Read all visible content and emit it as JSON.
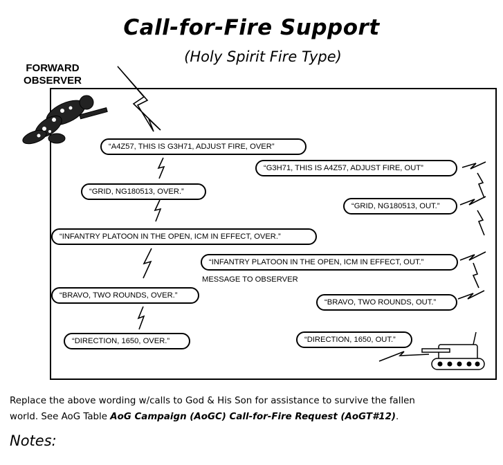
{
  "title": "Call-for-Fire Support",
  "subtitle": "(Holy Spirit Fire Type)",
  "observer_label_line1": "FORWARD",
  "observer_label_line2": "OBSERVER",
  "observer_messages": [
    "“A4Z57, THIS IS G3H71, ADJUST FIRE, OVER”",
    "“GRID, NG180513, OVER.”",
    "“INFANTRY PLATOON IN THE OPEN, ICM IN EFFECT, OVER.”",
    "“BRAVO, TWO ROUNDS, OVER.”",
    "“DIRECTION, 1650, OVER.”"
  ],
  "fdc_messages": [
    "“G3H71, THIS IS A4Z57, ADJUST FIRE, OUT”",
    "“GRID, NG180513, OUT.”",
    "“INFANTRY PLATOON IN THE OPEN, ICM IN EFFECT, OUT.”",
    "“BRAVO, TWO ROUNDS, OUT.”",
    "“DIRECTION, 1650, OUT.”"
  ],
  "message_to_observer": "MESSAGE TO OBSERVER",
  "note_line1": "Replace the above wording w/calls to God & His Son for assistance to survive the fallen",
  "note_line2_prefix": "world. See AoG Table ",
  "note_line2_bold": "AoG Campaign (AoGC) Call-for-Fire Request (AoGT#12)",
  "note_line2_suffix": ".",
  "notes_label": "Notes:",
  "icons": [
    "soldier-icon",
    "lightning-icon",
    "howitzer-icon"
  ]
}
